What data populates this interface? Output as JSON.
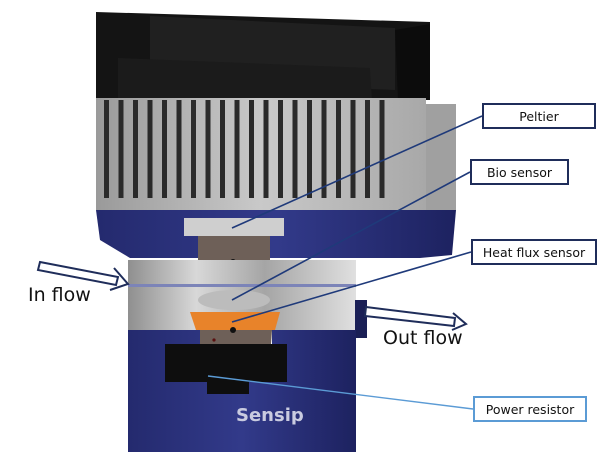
{
  "figure": {
    "title": "Sensip sensor cell cross-section",
    "brand_logo_text": "Sensip",
    "labels": {
      "peltier": "Peltier",
      "bio_sensor": "Bio sensor",
      "heat_flux_sensor": "Heat flux sensor",
      "power_resistor": "Power resistor"
    },
    "flows": {
      "in_flow": "In flow",
      "out_flow": "Out flow"
    },
    "colors": {
      "housing_blue": "#2b317a",
      "heatsink_gray": "#b9b9b9",
      "fan_black": "#151515",
      "copper_block": "#6e6058",
      "heat_flux_orange": "#e8832a",
      "leader_dark": "#1f3a7a",
      "leader_light": "#5b9bd5"
    }
  }
}
